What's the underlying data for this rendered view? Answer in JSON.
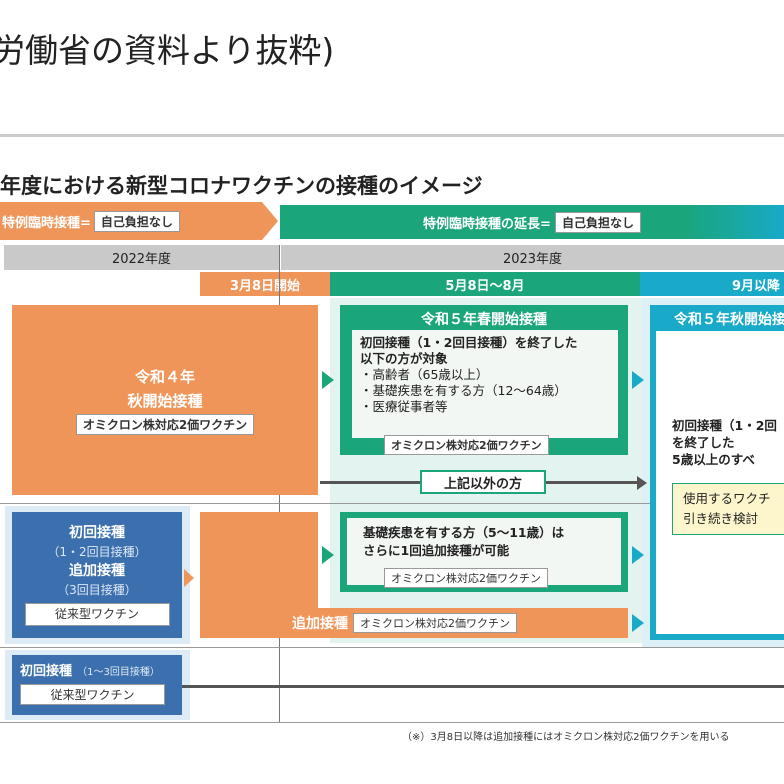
{
  "header": {
    "caption": "労働省の資料より抜粋)"
  },
  "slide": {
    "title": "年度における新型コロナワクチンの接種のイメージ",
    "banner_left": {
      "label": "特例臨時接種=",
      "badge": "自己負担なし"
    },
    "banner_right": {
      "label": "特例臨時接種の延長=",
      "badge": "自己負担なし"
    },
    "years": [
      "2022年度",
      "2023年度"
    ],
    "periods": [
      "3月8日開始",
      "5月8日～8月",
      "9月以降"
    ],
    "autumn2022": {
      "title1": "令和４年",
      "title2": "秋開始接種",
      "vaccine": "オミクロン株対応2価ワクチン"
    },
    "spring2023": {
      "title": "令和５年春開始接種",
      "lead1": "初回接種（1・2回目接種）を終了した",
      "lead2": "以下の方が対象",
      "items": [
        "・高齢者（65歳以上）",
        "・基礎疾患を有する方（12～64歳）",
        "・医療従事者等"
      ],
      "vaccine": "オミクロン株対応2価ワクチン"
    },
    "others": "上記以外の方",
    "autumn2023": {
      "title": "令和５年秋開始接種",
      "text1": "初回接種（1・2回",
      "text2": "を終了した",
      "text3": "5歳以上のすべ",
      "note1": "使用するワクチ",
      "note2": "引き続き検討"
    },
    "child": {
      "line1": "初回接種",
      "line2": "（1・2回目接種）",
      "line3": "追加接種",
      "line4": "（3回目接種）",
      "vaccine": "従来型ワクチン"
    },
    "child_extra": {
      "line1": "基礎疾患を有する方（5～11歳）は",
      "line2": "さらに1回追加接種が可能",
      "vaccine": "オミクロン株対応2価ワクチン"
    },
    "booster": {
      "label": "追加接種",
      "vaccine": "オミクロン株対応2価ワクチン"
    },
    "infant": {
      "line1": "初回接種",
      "line1_sub": "（1～3回目接種）",
      "vaccine": "従来型ワクチン"
    },
    "footnote": "（※）3月8日以降は追加接種にはオミクロン株対応2価ワクチンを用いる"
  },
  "colors": {
    "orange": "#f0955a",
    "green": "#1aa57a",
    "teal": "#18aac8",
    "blue": "#3b6fae"
  }
}
